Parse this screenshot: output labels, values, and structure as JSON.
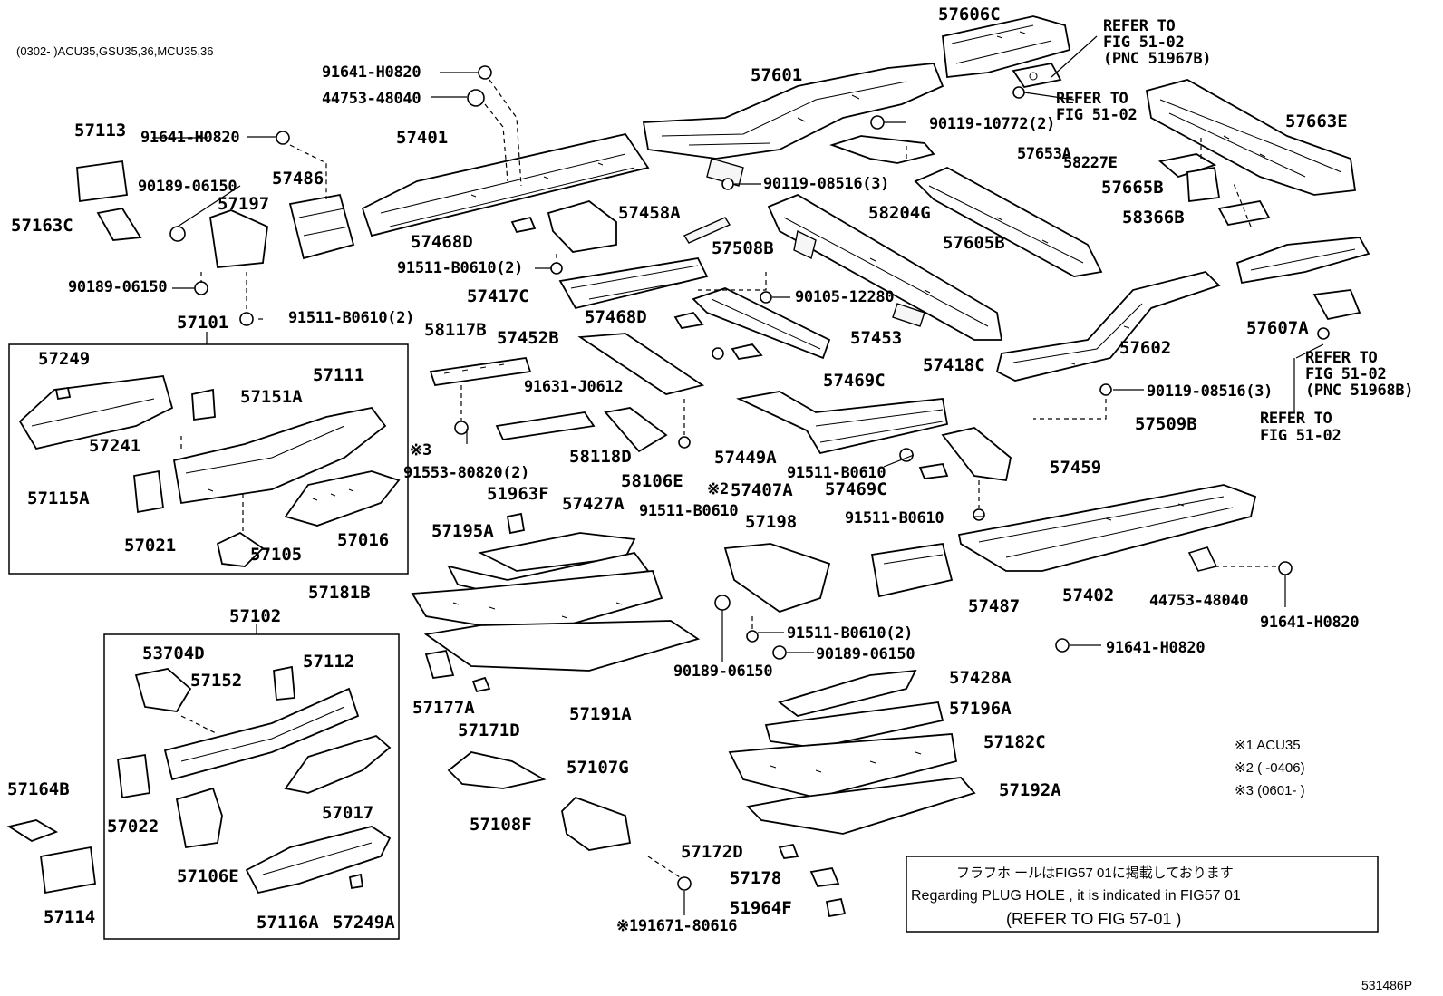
{
  "header": {
    "applicability": "(0302-      )ACU35,GSU35,36,MCU35,36"
  },
  "refers": {
    "r1": [
      "REFER TO",
      "FIG 51-02",
      "(PNC 51967B)"
    ],
    "r2": [
      "REFER TO",
      "FIG 51-02"
    ],
    "r3": [
      "REFER TO",
      "FIG 51-02",
      "(PNC 51968B)"
    ],
    "r4": [
      "REFER TO",
      "FIG 51-02"
    ]
  },
  "labels": {
    "p57606C": "57606C",
    "p91641H0820a": "91641-H0820",
    "p44753a": "44753-48040",
    "p57601": "57601",
    "p57113": "57113",
    "p91641H0820b": "91641-H0820",
    "p57401": "57401",
    "p90119_10772": "90119-10772(2)",
    "p57663E": "57663E",
    "p57653A": "57653A",
    "p58227E": "58227E",
    "p90189_06150a": "90189-06150",
    "p57486": "57486",
    "p57197": "57197",
    "p57163C": "57163C",
    "p90119_08516a": "90119-08516(3)",
    "p57665B": "57665B",
    "p57458A": "57458A",
    "p58204G": "58204G",
    "p58366B": "58366B",
    "p57468Da": "57468D",
    "p57508B": "57508B",
    "p57605B": "57605B",
    "p91511B0610_2a": "91511-B0610(2)",
    "p90189_06150b": "90189-06150",
    "p57417C": "57417C",
    "p90105": "90105-12280",
    "p57607A": "57607A",
    "p57101": "57101",
    "p91511B0610_2b": "91511-B0610(2)",
    "p57468Db": "57468D",
    "p58117B": "58117B",
    "p57452B": "57452B",
    "p57453": "57453",
    "p57602": "57602",
    "p57249a": "57249",
    "p57111": "57111",
    "p57469Ca": "57469C",
    "p91631": "91631-J0612",
    "p57418C": "57418C",
    "p90119_08516b": "90119-08516(3)",
    "p57151A": "57151A",
    "p57509B": "57509B",
    "p58118D": "58118D",
    "p57241": "57241",
    "p57449A": "57449A",
    "p91553": "91553-80820(2)",
    "p91511B0610a": "91511-B0610",
    "p57459": "57459",
    "p57115A": "57115A",
    "p58106E": "58106E",
    "p57407A": "57407A",
    "p57469Cb": "57469C",
    "p51963F": "51963F",
    "p57427A": "57427A",
    "p91511B0610b": "91511-B0610",
    "p57198": "57198",
    "p91511B0610c": "91511-B0610",
    "p57021": "57021",
    "p57016": "57016",
    "p57195A": "57195A",
    "p57105": "57105",
    "p57487": "57487",
    "p57402": "57402",
    "p44753b": "44753-48040",
    "p91641H0820c": "91641-H0820",
    "p57181B": "57181B",
    "p91511B0610_2c": "91511-B0610(2)",
    "p57102": "57102",
    "p90189_06150c": "90189-06150",
    "p91641H0820d": "91641-H0820",
    "p90189_06150d": "90189-06150",
    "p53704D": "53704D",
    "p57112": "57112",
    "p57152": "57152",
    "p57428A": "57428A",
    "p57196A": "57196A",
    "p57177A": "57177A",
    "p57171D": "57171D",
    "p57191A": "57191A",
    "p57182C": "57182C",
    "p57107G": "57107G",
    "p57164B": "57164B",
    "p57017": "57017",
    "p57022": "57022",
    "p57192A": "57192A",
    "p57108F": "57108F",
    "p57106E": "57106E",
    "p57172D": "57172D",
    "p57178": "57178",
    "p57114": "57114",
    "p57116A": "57116A",
    "p57249A": "57249A",
    "p51964F": "51964F",
    "p191671": "※191671-80616"
  },
  "markers": {
    "m2": "※2",
    "m3": "※3"
  },
  "footnotes": [
    "※1 ACU35",
    "※2 (      -0406)",
    "※3 (0601-      )"
  ],
  "plug_note": {
    "jp": "フラフホ ールはFIG57  01に掲載しております",
    "en": "Regarding PLUG HOLE , it is indicated in FIG57  01",
    "ref": "(REFER TO FIG 57-01  )"
  },
  "illustration_id": "531486P"
}
